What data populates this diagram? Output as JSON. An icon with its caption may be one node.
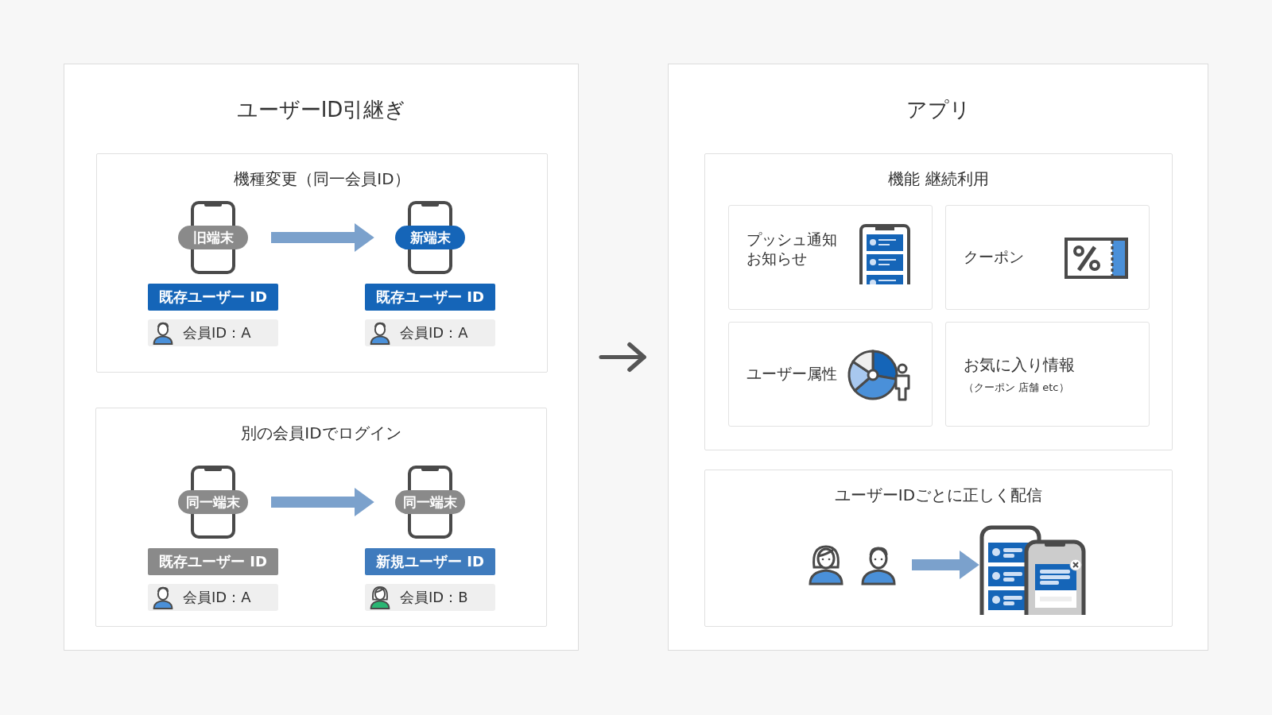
{
  "diagram": {
    "nodes": [
      {
        "text": [
          "ユーザーID引継ぎ"
        ]
      },
      {
        "text": [
          "機種変更（同一会員ID）"
        ],
        "in": 0
      },
      {
        "text": [
          "旧端末"
        ],
        "in": 1
      },
      {
        "text": [
          "新端末"
        ],
        "in": 1
      },
      {
        "text": [
          "既存ユーザー ID"
        ],
        "in": 1
      },
      {
        "text": [
          "既存ユーザー ID"
        ],
        "in": 1
      },
      {
        "text": [
          "会員ID：A"
        ],
        "in": 1
      },
      {
        "text": [
          "会員ID：A"
        ],
        "in": 1
      },
      {
        "text": [
          "別の会員IDでログイン"
        ],
        "in": 0
      },
      {
        "text": [
          "同一端末"
        ],
        "in": 8
      },
      {
        "text": [
          "同一端末"
        ],
        "in": 8
      },
      {
        "text": [
          "既存ユーザー ID"
        ],
        "in": 8
      },
      {
        "text": [
          "新規ユーザー ID"
        ],
        "in": 8
      },
      {
        "text": [
          "会員ID：A"
        ],
        "in": 8
      },
      {
        "text": [
          "会員ID：B"
        ],
        "in": 8
      },
      {
        "text": [
          "アプリ"
        ]
      },
      {
        "text": [
          "機能 継続利用"
        ],
        "in": 15
      },
      {
        "text": [
          "プッシュ通知",
          "お知らせ"
        ],
        "in": 16
      },
      {
        "text": [
          "クーポン"
        ],
        "in": 16
      },
      {
        "text": [
          "ユーザー属性"
        ],
        "in": 16
      },
      {
        "text": [
          "お気に入り情報",
          "（クーポン 店舗 etc）"
        ],
        "in": 16
      },
      {
        "text": [
          "ユーザーIDごとに正しく配信"
        ],
        "in": 15
      },
      {
        "text": [],
        "shape": "person",
        "in": 21
      },
      {
        "text": [],
        "shape": "phone",
        "in": 21
      }
    ],
    "edges": [
      {
        "from": 2,
        "to": 3,
        "arrow": "to"
      },
      {
        "from": 9,
        "to": 10,
        "arrow": "to"
      },
      {
        "from": 22,
        "to": 23,
        "arrow": "to"
      },
      {
        "from": 0,
        "to": 15,
        "arrow": "to",
        "color": "#555555"
      }
    ]
  }
}
